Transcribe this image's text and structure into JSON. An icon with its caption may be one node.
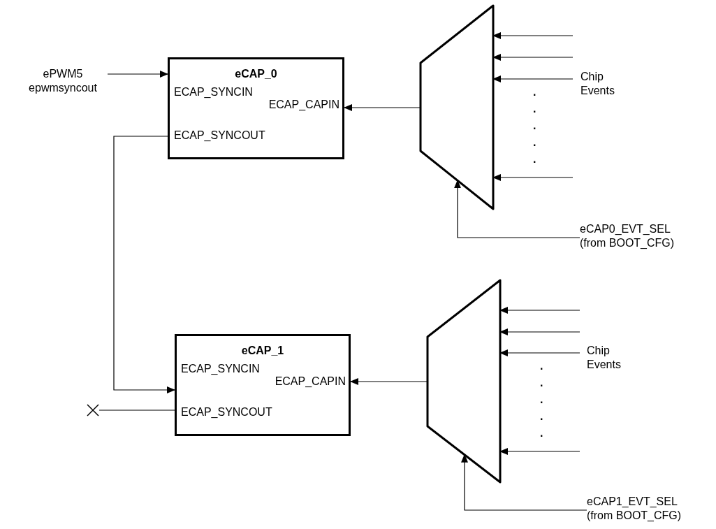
{
  "diagram": {
    "nodes": [
      {
        "text": [
          "ePWM5 epwmsyncout"
        ]
      },
      {
        "text": [
          "eCAP_0",
          "ECAP_SYNCIN",
          "ECAP_CAPIN",
          "ECAP_SYNCOUT"
        ]
      },
      {
        "text": [],
        "shape": "trapezoid"
      },
      {
        "text": [
          "eCAP0_EVT_SEL (from BOOT_CFG)"
        ]
      },
      {
        "text": [
          "eCAP_1",
          "ECAP_SYNCIN",
          "ECAP_CAPIN",
          "ECAP_SYNCOUT"
        ]
      },
      {
        "text": [],
        "shape": "cross"
      },
      {
        "text": [],
        "shape": "trapezoid"
      },
      {
        "text": [
          "eCAP1_EVT_SEL (from BOOT_CFG)"
        ]
      }
    ],
    "edges": [
      {
        "from": 0,
        "to": 1,
        "arrow": "to"
      },
      {
        "from": 2,
        "to": 1,
        "arrow": "to"
      },
      {
        "from": null,
        "to": 2,
        "arrow": "to"
      },
      {
        "from": null,
        "to": 2,
        "arrow": "to"
      },
      {
        "from": null,
        "to": 2,
        "arrow": "to"
      },
      {
        "from": null,
        "to": 2,
        "arrow": "to"
      },
      {
        "from": 3,
        "to": 2,
        "arrow": "to"
      },
      {
        "from": 1,
        "to": 4,
        "arrow": "to"
      },
      {
        "from": 4,
        "to": 5,
        "arrow": "none"
      },
      {
        "from": 6,
        "to": 4,
        "arrow": "to"
      },
      {
        "from": null,
        "to": 6,
        "arrow": "to"
      },
      {
        "from": null,
        "to": 6,
        "arrow": "to"
      },
      {
        "from": null,
        "to": 6,
        "arrow": "to"
      },
      {
        "from": null,
        "to": 6,
        "arrow": "to"
      },
      {
        "from": 7,
        "to": 6,
        "arrow": "to"
      }
    ],
    "labels": [
      "Chip Events",
      ".",
      ".",
      ".",
      ".",
      ".",
      "Chip Events",
      ".",
      ".",
      ".",
      ".",
      "."
    ]
  }
}
